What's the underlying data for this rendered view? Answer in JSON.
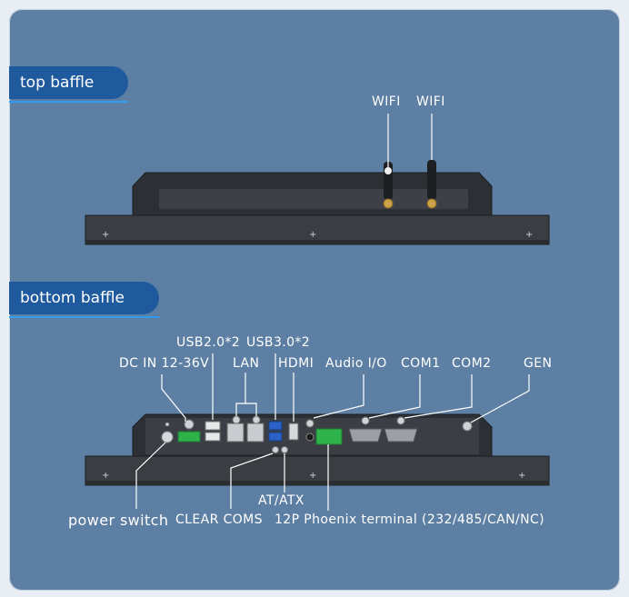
{
  "sections": {
    "top": "top baffle",
    "bottom": "bottom baffle"
  },
  "top_labels": {
    "wifi_left": "WIFI",
    "wifi_right": "WIFI"
  },
  "bottom_labels": {
    "usb2": "USB2.0*2",
    "usb3": "USB3.0*2",
    "dc_in": "DC IN 12-36V",
    "lan": "LAN",
    "hdmi": "HDMI",
    "audio": "Audio I/O",
    "com1": "COM1",
    "com2": "COM2",
    "gen": "GEN",
    "power_switch": "power switch",
    "clear_coms": "CLEAR COMS",
    "at_atx": "AT/ATX",
    "phoenix": "12P Phoenix terminal (232/485/CAN/NC)"
  },
  "colors": {
    "frame": "#5d7fa3",
    "tag": "#1f5a9e",
    "tag_underline": "#2f9cf0",
    "chassis": "#2f3236",
    "flange": "#3a3d42",
    "green_connector": "#2db34a",
    "usb3_blue": "#2a62c8"
  }
}
